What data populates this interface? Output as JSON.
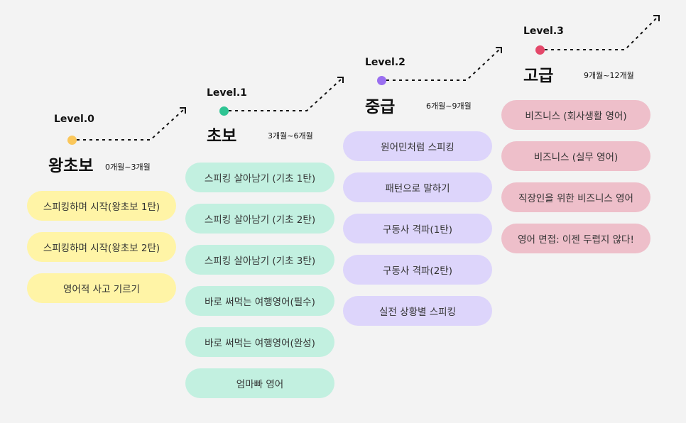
{
  "colors": {
    "level0": {
      "dot": "#fbc75a",
      "pill": "#fff4a6"
    },
    "level1": {
      "dot": "#2ec493",
      "pill": "#c2f0e0"
    },
    "level2": {
      "dot": "#9a6ff0",
      "pill": "#ddd5fb"
    },
    "level3": {
      "dot": "#e4486a",
      "pill": "#eebfca"
    }
  },
  "levels": [
    {
      "label": "Level.0",
      "title": "왕초보",
      "period": "0개월~3개월",
      "courses": [
        "스피킹하며 시작(왕초보 1탄)",
        "스피킹하며 시작(왕초보 2탄)",
        "영어적 사고 기르기"
      ]
    },
    {
      "label": "Level.1",
      "title": "초보",
      "period": "3개월~6개월",
      "courses": [
        "스피킹 살아남기 (기초 1탄)",
        "스피킹 살아남기 (기초 2탄)",
        "스피킹 살아남기 (기초 3탄)",
        "바로 써먹는 여행영어(필수)",
        "바로 써먹는 여행영어(완성)",
        "엄마빠 영어"
      ]
    },
    {
      "label": "Level.2",
      "title": "중급",
      "period": "6개월~9개월",
      "courses": [
        "원어민처럼 스피킹",
        "패턴으로 말하기",
        "구동사 격파(1탄)",
        "구동사 격파(2탄)",
        "실전 상황별 스피킹"
      ]
    },
    {
      "label": "Level.3",
      "title": "고급",
      "period": "9개월~12개월",
      "courses": [
        "비즈니스 (회사생활 영어)",
        "비즈니스 (실무 영어)",
        "직장인을 위한 비즈니스 영어",
        "영어 면접: 이젠 두렵지 않다!"
      ]
    }
  ]
}
